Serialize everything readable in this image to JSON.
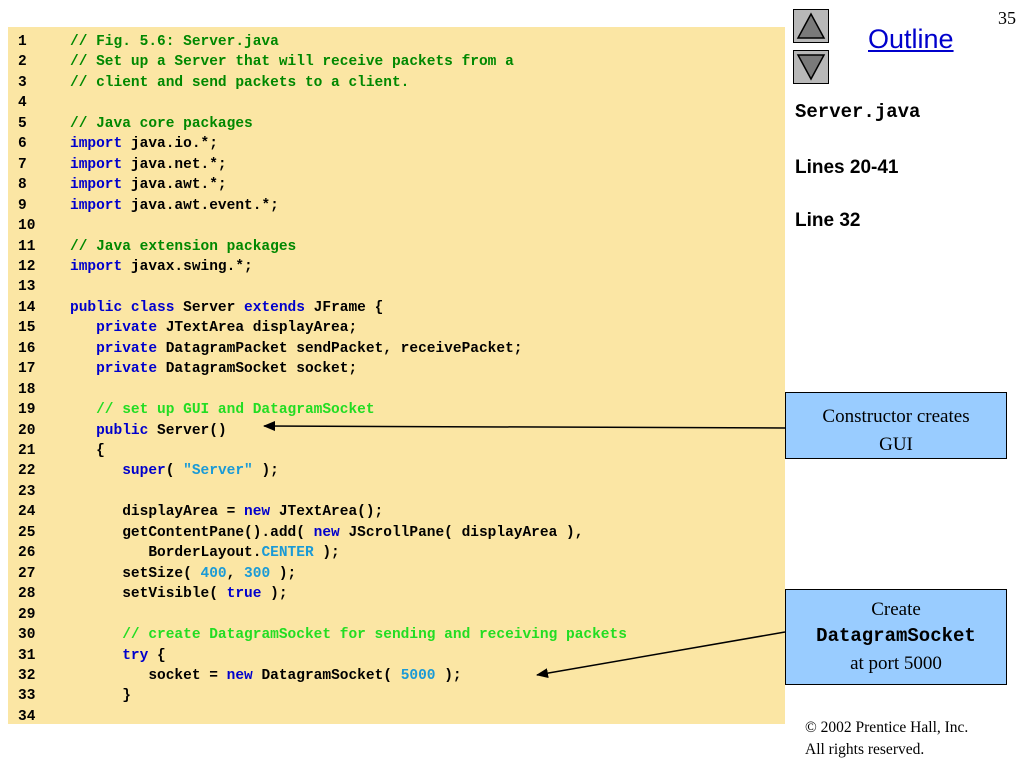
{
  "slide": {
    "page_number": "35",
    "outline_title": "Outline",
    "file_name": "Server.java",
    "line_refs": [
      "Lines 20-41",
      "Line 32"
    ]
  },
  "nav": {
    "up_button": "triangle-up-icon",
    "down_button": "triangle-down-icon"
  },
  "code": {
    "lines": [
      {
        "n": "1",
        "t": [
          {
            "c": "cm",
            "s": "// Fig. 5.6: Server.java"
          }
        ]
      },
      {
        "n": "2",
        "t": [
          {
            "c": "cm",
            "s": "// Set up a Server that will receive packets from a"
          }
        ]
      },
      {
        "n": "3",
        "t": [
          {
            "c": "cm",
            "s": "// client and send packets to a client."
          }
        ]
      },
      {
        "n": "4",
        "t": []
      },
      {
        "n": "5",
        "t": [
          {
            "c": "cm",
            "s": "// Java core packages"
          }
        ]
      },
      {
        "n": "6",
        "t": [
          {
            "c": "kw",
            "s": "import"
          },
          {
            "c": "",
            "s": " java.io.*;"
          }
        ]
      },
      {
        "n": "7",
        "t": [
          {
            "c": "kw",
            "s": "import"
          },
          {
            "c": "",
            "s": " java.net.*;"
          }
        ]
      },
      {
        "n": "8",
        "t": [
          {
            "c": "kw",
            "s": "import"
          },
          {
            "c": "",
            "s": " java.awt.*;"
          }
        ]
      },
      {
        "n": "9",
        "t": [
          {
            "c": "kw",
            "s": "import"
          },
          {
            "c": "",
            "s": " java.awt.event.*;"
          }
        ]
      },
      {
        "n": "10",
        "t": []
      },
      {
        "n": "11",
        "t": [
          {
            "c": "cm",
            "s": "// Java extension packages"
          }
        ]
      },
      {
        "n": "12",
        "t": [
          {
            "c": "kw",
            "s": "import"
          },
          {
            "c": "",
            "s": " javax.swing.*;"
          }
        ]
      },
      {
        "n": "13",
        "t": []
      },
      {
        "n": "14",
        "t": [
          {
            "c": "kw",
            "s": "public class"
          },
          {
            "c": "",
            "s": " Server "
          },
          {
            "c": "kw",
            "s": "extends"
          },
          {
            "c": "",
            "s": " JFrame {"
          }
        ]
      },
      {
        "n": "15",
        "t": [
          {
            "c": "",
            "s": "   "
          },
          {
            "c": "kw",
            "s": "private"
          },
          {
            "c": "",
            "s": " JTextArea displayArea;"
          }
        ]
      },
      {
        "n": "16",
        "t": [
          {
            "c": "",
            "s": "   "
          },
          {
            "c": "kw",
            "s": "private"
          },
          {
            "c": "",
            "s": " DatagramPacket sendPacket, receivePacket;"
          }
        ]
      },
      {
        "n": "17",
        "t": [
          {
            "c": "",
            "s": "   "
          },
          {
            "c": "kw",
            "s": "private"
          },
          {
            "c": "",
            "s": " DatagramSocket socket;"
          }
        ]
      },
      {
        "n": "18",
        "t": []
      },
      {
        "n": "19",
        "t": [
          {
            "c": "",
            "s": "   "
          },
          {
            "c": "cm2",
            "s": "// set up GUI and DatagramSocket"
          }
        ]
      },
      {
        "n": "20",
        "t": [
          {
            "c": "",
            "s": "   "
          },
          {
            "c": "kw",
            "s": "public"
          },
          {
            "c": "",
            "s": " Server()"
          }
        ]
      },
      {
        "n": "21",
        "t": [
          {
            "c": "",
            "s": "   {"
          }
        ]
      },
      {
        "n": "22",
        "t": [
          {
            "c": "",
            "s": "      "
          },
          {
            "c": "kw",
            "s": "super"
          },
          {
            "c": "",
            "s": "( "
          },
          {
            "c": "lit",
            "s": "\"Server\""
          },
          {
            "c": "",
            "s": " );"
          }
        ]
      },
      {
        "n": "23",
        "t": []
      },
      {
        "n": "24",
        "t": [
          {
            "c": "",
            "s": "      displayArea = "
          },
          {
            "c": "kw",
            "s": "new"
          },
          {
            "c": "",
            "s": " JTextArea();"
          }
        ]
      },
      {
        "n": "25",
        "t": [
          {
            "c": "",
            "s": "      getContentPane().add( "
          },
          {
            "c": "kw",
            "s": "new"
          },
          {
            "c": "",
            "s": " JScrollPane( displayArea ),"
          }
        ]
      },
      {
        "n": "26",
        "t": [
          {
            "c": "",
            "s": "         BorderLayout."
          },
          {
            "c": "lit",
            "s": "CENTER"
          },
          {
            "c": "",
            "s": " );"
          }
        ]
      },
      {
        "n": "27",
        "t": [
          {
            "c": "",
            "s": "      setSize( "
          },
          {
            "c": "lit",
            "s": "400"
          },
          {
            "c": "",
            "s": ", "
          },
          {
            "c": "lit",
            "s": "300"
          },
          {
            "c": "",
            "s": " );"
          }
        ]
      },
      {
        "n": "28",
        "t": [
          {
            "c": "",
            "s": "      setVisible( "
          },
          {
            "c": "kw",
            "s": "true"
          },
          {
            "c": "",
            "s": " );"
          }
        ]
      },
      {
        "n": "29",
        "t": []
      },
      {
        "n": "30",
        "t": [
          {
            "c": "",
            "s": "      "
          },
          {
            "c": "cm2",
            "s": "// create DatagramSocket for sending and receiving packets"
          }
        ]
      },
      {
        "n": "31",
        "t": [
          {
            "c": "",
            "s": "      "
          },
          {
            "c": "kw",
            "s": "try"
          },
          {
            "c": "",
            "s": " {"
          }
        ]
      },
      {
        "n": "32",
        "t": [
          {
            "c": "",
            "s": "         socket = "
          },
          {
            "c": "kw",
            "s": "new"
          },
          {
            "c": "",
            "s": " DatagramSocket( "
          },
          {
            "c": "lit",
            "s": "5000"
          },
          {
            "c": "",
            "s": " );"
          }
        ]
      },
      {
        "n": "33",
        "t": [
          {
            "c": "",
            "s": "      }"
          }
        ]
      },
      {
        "n": "34",
        "t": []
      }
    ]
  },
  "callouts": {
    "constructor_line1": "Constructor creates",
    "constructor_line2": "GUI",
    "socket_line1": "Create",
    "socket_line2": "DatagramSocket",
    "socket_line3": "at port 5000"
  },
  "footer": {
    "copyright_line1": "© 2002 Prentice Hall, Inc.",
    "copyright_line2": "All rights reserved."
  },
  "colors": {
    "code_background": "#fbe6a4",
    "keyword": "#0000cc",
    "comment": "#008800",
    "comment_light": "#22dd22",
    "literal": "#1a9ad6",
    "callout_fill": "#99ccff",
    "outline_link": "#0000cc"
  }
}
